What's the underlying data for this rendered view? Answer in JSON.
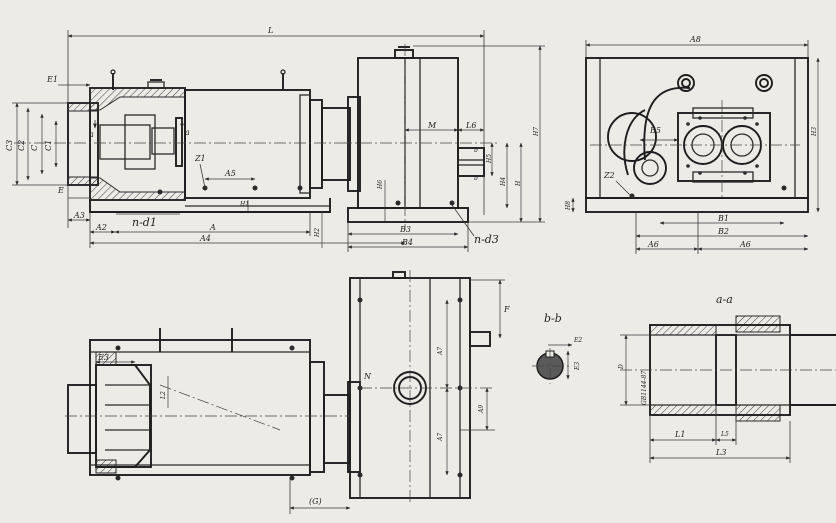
{
  "colors": {
    "paper": "#ecebe6",
    "ink": "#2a2a2a"
  },
  "front_view": {
    "L": "L",
    "E1": "E1",
    "C3": "C3",
    "C2": "C2",
    "C": "C",
    "C1": "C1",
    "E": "E",
    "A3": "A3",
    "A2": "A2",
    "A": "A",
    "A4": "A4",
    "A5": "A5",
    "Z1": "Z1",
    "H1": "H1",
    "H2": "H2",
    "H6": "H6",
    "H7": "H7",
    "H5": "H5",
    "H4": "H4",
    "H": "H",
    "M": "M",
    "L6": "L6",
    "B3": "B3",
    "B4": "B4",
    "nd1": "n-d1",
    "nd3": "n-d3",
    "a_left": "a",
    "a_right": "a",
    "b_top": "b",
    "b_bot": "b"
  },
  "side_view": {
    "A8": "A8",
    "B5": "B5",
    "Z2": "Z2",
    "H3": "H3",
    "B1": "B1",
    "B2": "B2",
    "A6_left": "A6",
    "A6_right": "A6",
    "H8": "H8"
  },
  "top_view": {
    "E3": "E3",
    "L2": "L2",
    "N": "N",
    "F": "F",
    "A7_top": "A7",
    "A7_bot": "A7",
    "A9": "A9",
    "G": "(G)"
  },
  "section_bb": {
    "title": "b-b",
    "E2": "E2",
    "E3": "E3"
  },
  "section_aa": {
    "title": "a-a",
    "D": "D",
    "std": "GB1144-87",
    "L1": "L1",
    "L5": "L5",
    "L3": "L3"
  }
}
